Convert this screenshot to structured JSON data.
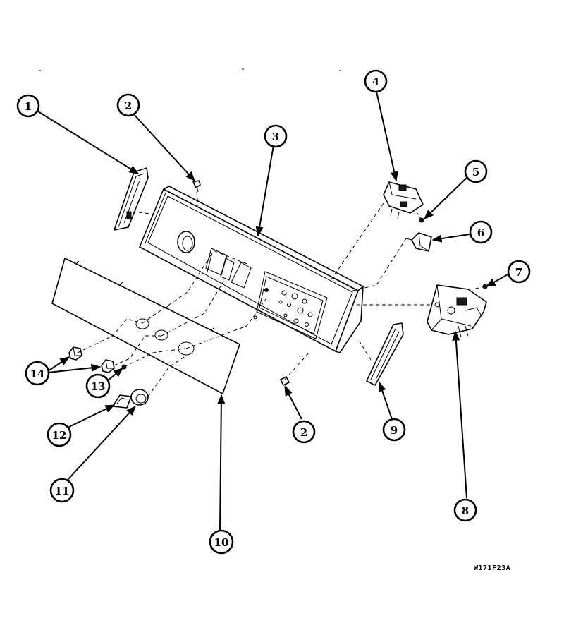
{
  "callouts": [
    {
      "id": "1",
      "label": "1"
    },
    {
      "id": "2a",
      "label": "2"
    },
    {
      "id": "3",
      "label": "3"
    },
    {
      "id": "4",
      "label": "4"
    },
    {
      "id": "5",
      "label": "5"
    },
    {
      "id": "6",
      "label": "6"
    },
    {
      "id": "7",
      "label": "7"
    },
    {
      "id": "8",
      "label": "8"
    },
    {
      "id": "9",
      "label": "9"
    },
    {
      "id": "2b",
      "label": "2"
    },
    {
      "id": "10",
      "label": "10"
    },
    {
      "id": "11",
      "label": "11"
    },
    {
      "id": "12",
      "label": "12"
    },
    {
      "id": "13",
      "label": "13"
    },
    {
      "id": "14",
      "label": "14"
    }
  ],
  "reference_code": "W171F23A"
}
